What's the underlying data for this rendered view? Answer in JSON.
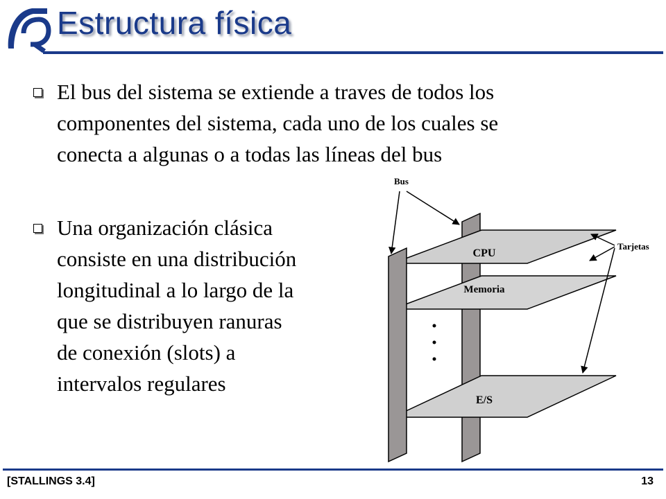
{
  "slide": {
    "title": "Estructura física",
    "bullets": [
      {
        "lines": [
          "El bus del sistema se extiende a traves de todos los",
          "componentes del sistema, cada uno de los cuales se",
          "conecta a algunas o a todas las líneas del bus"
        ]
      },
      {
        "lines": [
          "Una organización clásica",
          "consiste en una distribución",
          "longitudinal a lo largo de la",
          "que se distribuyen ranuras",
          "de conexión (slots) a",
          "intervalos regulares"
        ]
      }
    ],
    "footer": {
      "reference": "[STALLINGS 3.4]",
      "page_number": "13"
    }
  },
  "diagram": {
    "bus_label": "Bus",
    "cards_label": "Tarjetas",
    "cards": [
      "CPU",
      "Memoria",
      "E/S"
    ],
    "colors": {
      "bus_bar": "#9a9696",
      "card_fill": "#c9c9c9",
      "title_blue": "#1a3a8a"
    }
  }
}
